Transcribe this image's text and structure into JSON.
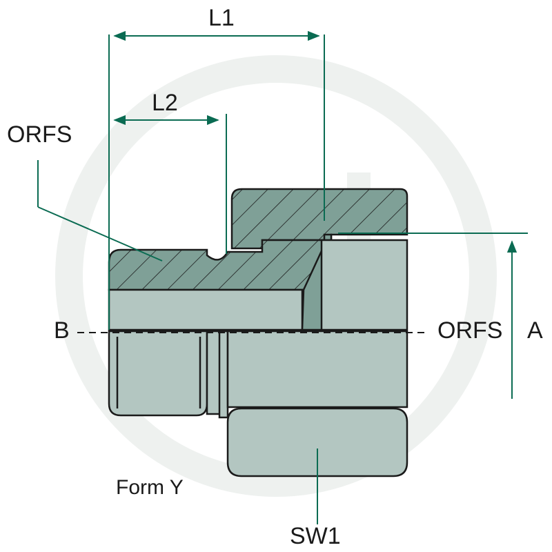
{
  "labels": {
    "l1": "L1",
    "l2": "L2",
    "orfs_top": "ORFS",
    "b": "B",
    "orfs_right": "ORFS",
    "a": "A",
    "form": "Form Y",
    "sw1": "SW1"
  },
  "colors": {
    "fill": "#b3c6c1",
    "section": "#7fa097",
    "outline": "#1a1a1a",
    "dimension": "#0a6b52",
    "watermark": "#eef1ef"
  }
}
